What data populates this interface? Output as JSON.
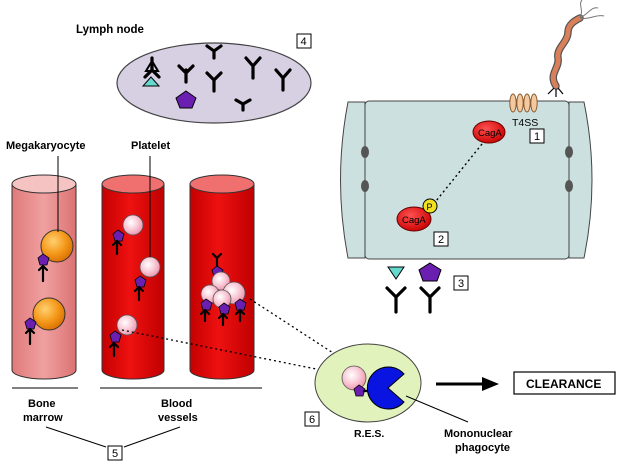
{
  "labels": {
    "lymph_node": "Lymph node",
    "megakaryocyte": "Megakaryocyte",
    "platelet": "Platelet",
    "t4ss": "T4SS",
    "caga_1": "CagA",
    "caga_2": "CagA",
    "phospho": "P",
    "bone_marrow_line1": "Bone",
    "bone_marrow_line2": "marrow",
    "blood_vessels_line1": "Blood",
    "blood_vessels_line2": "vessels",
    "res": "R.E.S.",
    "mononuclear_line1": "Mononuclear",
    "mononuclear_line2": "phagocyte",
    "clearance": "CLEARANCE"
  },
  "steps": {
    "step1": "1",
    "step2": "2",
    "step3": "3",
    "step4": "4",
    "step5": "5",
    "step6": "6"
  },
  "colors": {
    "vessel_red": "#e00000",
    "marrow_pink": "#e88c8c",
    "megakaryocyte_orange": "#f59a1c",
    "platelet_pink": "#f7b8c8",
    "antigen_purple": "#6a1fb0",
    "antigen_cyan": "#66d9cf",
    "lymph_node_fill": "#d4cfe0",
    "cell_fill": "#cfe0e0",
    "caga_red": "#dd1111",
    "phospho_yellow": "#f0e020",
    "res_green": "#e0f0b8",
    "phagocyte_blue": "#0a14e0"
  }
}
